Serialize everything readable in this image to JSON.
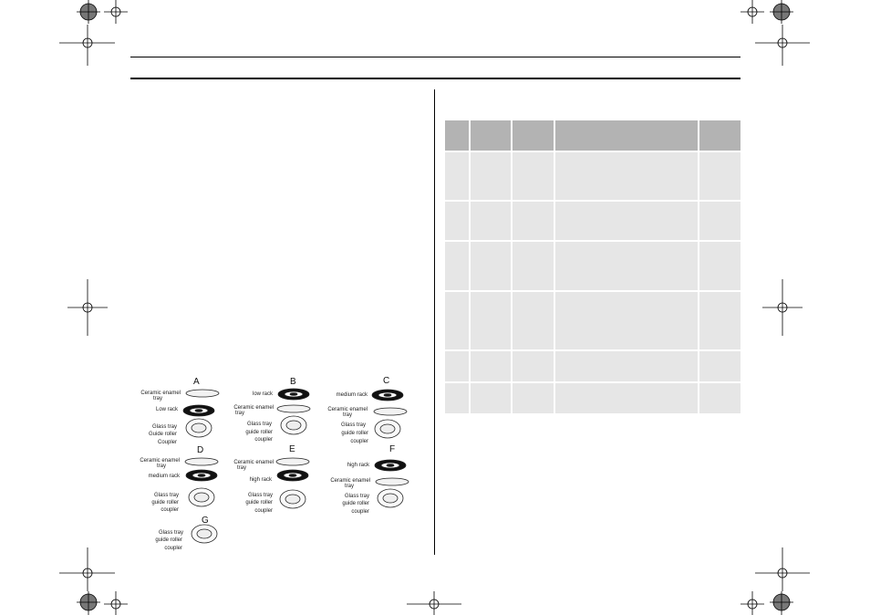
{
  "diagram": {
    "configs": [
      {
        "letter": "A",
        "labels": [
          "Ceramic enamel",
          "tray",
          "Low rack",
          "Glass tray",
          "Guide roller",
          "Coupler"
        ]
      },
      {
        "letter": "B",
        "labels": [
          "low rack",
          "Ceramic enamel",
          "tray",
          "Glass tray",
          "guide roller",
          "coupler"
        ]
      },
      {
        "letter": "C",
        "labels": [
          "medium rack",
          "Ceramic enamel",
          "tray",
          "Glass tray",
          "guide roller",
          "coupler"
        ]
      },
      {
        "letter": "D",
        "labels": [
          "Ceramic enamel",
          "tray",
          "medium rack",
          "Glass tray",
          "guide roller",
          "coupler"
        ]
      },
      {
        "letter": "E",
        "labels": [
          "Ceramic enamel",
          "tray",
          "high rack",
          "Glass tray",
          "guide roller",
          "coupler"
        ]
      },
      {
        "letter": "F",
        "labels": [
          "high rack",
          "Ceramic enamel",
          "tray",
          "Glass tray",
          "guide roller",
          "coupler"
        ]
      },
      {
        "letter": "G",
        "labels": [
          "Glass tray",
          "guide roller",
          "coupler"
        ]
      }
    ]
  },
  "table": {
    "columns": [
      "",
      "",
      "",
      "",
      ""
    ],
    "rows": [
      [
        "",
        "",
        "",
        "",
        ""
      ],
      [
        "",
        "",
        "",
        "",
        ""
      ],
      [
        "",
        "",
        "",
        "",
        ""
      ],
      [
        "",
        "",
        "",
        "",
        ""
      ],
      [
        "",
        "",
        "",
        "",
        ""
      ],
      [
        "",
        "",
        "",
        "",
        ""
      ]
    ]
  },
  "colors": {
    "header_fill": "#b3b3b3",
    "row_fill": "#e6e6e6",
    "rule": "#000000"
  }
}
